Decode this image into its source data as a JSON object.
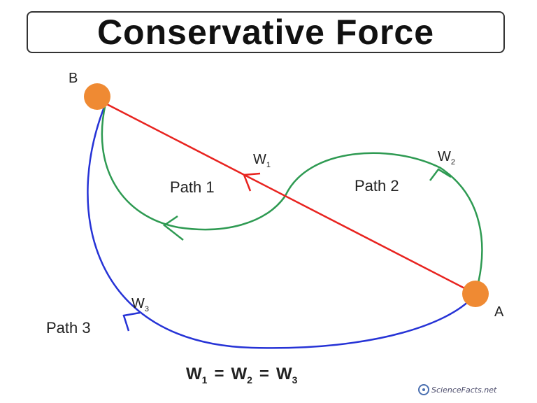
{
  "title": "Conservative Force",
  "points": {
    "a": "A",
    "b": "B"
  },
  "paths": {
    "p1": {
      "label": "Path 1",
      "work": "W",
      "sub": "1"
    },
    "p2": {
      "label": "Path 2",
      "work": "W",
      "sub": "2"
    },
    "p3": {
      "label": "Path 3",
      "work": "W",
      "sub": "3"
    }
  },
  "equation": {
    "w": "W",
    "s1": "1",
    "s2": "2",
    "s3": "3",
    "eq": "="
  },
  "watermark": "ScienceFacts.net",
  "colors": {
    "path1": "#e8231f",
    "path2": "#2e9a52",
    "path3": "#2633d6",
    "point": "#ef8a33"
  }
}
